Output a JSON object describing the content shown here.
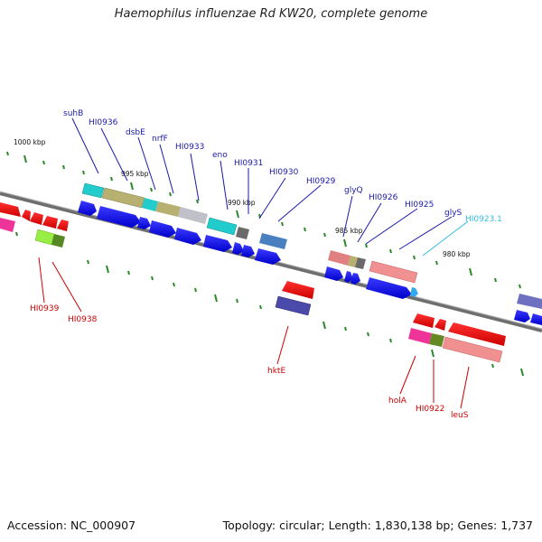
{
  "title": "Haemophilus influenzae Rd KW20, complete genome",
  "footer": {
    "accession": "Accession: NC_000907",
    "summary": "Topology: circular; Length: 1,830,138 bp; Genes: 1,737"
  },
  "scale_labels": [
    "1000 kbp",
    "995 kbp",
    "990 kbp",
    "985 kbp",
    "980 kbp"
  ],
  "gene_labels_top": [
    "suhB",
    "HI0936",
    "dsbE",
    "nrfF",
    "HI0933",
    "eno",
    "HI0931",
    "HI0930",
    "HI0929",
    "glyQ",
    "HI0926",
    "HI0925",
    "glyS"
  ],
  "gene_label_highlight": "HI0923.1",
  "gene_labels_bottom": [
    "HI0939",
    "HI0938",
    "hktE",
    "holA",
    "HI0922",
    "leuS"
  ],
  "colors": {
    "forward_label": "#1a1aaa",
    "reverse_label": "#cc0000",
    "highlight_label": "#33bbdd",
    "backbone": "#808080",
    "tick": "#228822"
  }
}
